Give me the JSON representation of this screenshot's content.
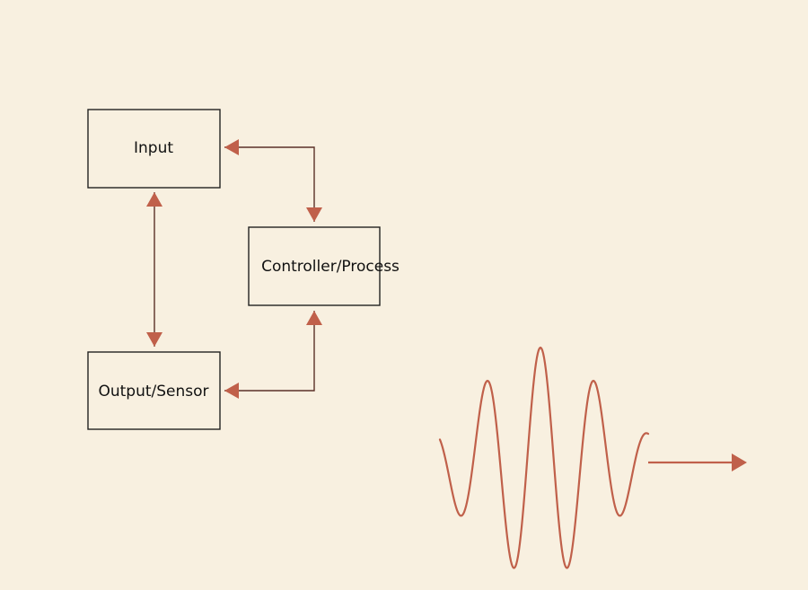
{
  "colors": {
    "background": "#f8f0e0",
    "box_stroke": "#222222",
    "connector": "#5a3028",
    "arrowhead": "#c0604a",
    "waveform": "#c0604a",
    "text": "#111111"
  },
  "nodes": {
    "input": {
      "label": "Input"
    },
    "controller": {
      "label": "Controller/Process"
    },
    "output": {
      "label": "Output/Sensor"
    }
  },
  "edges": [
    {
      "from": "input",
      "to": "controller",
      "direction": "both"
    },
    {
      "from": "controller",
      "to": "output",
      "direction": "both"
    },
    {
      "from": "input",
      "to": "output",
      "direction": "both"
    }
  ],
  "decorations": {
    "waveform": {
      "shape": "damped-oscillation",
      "arrow": "right"
    }
  }
}
